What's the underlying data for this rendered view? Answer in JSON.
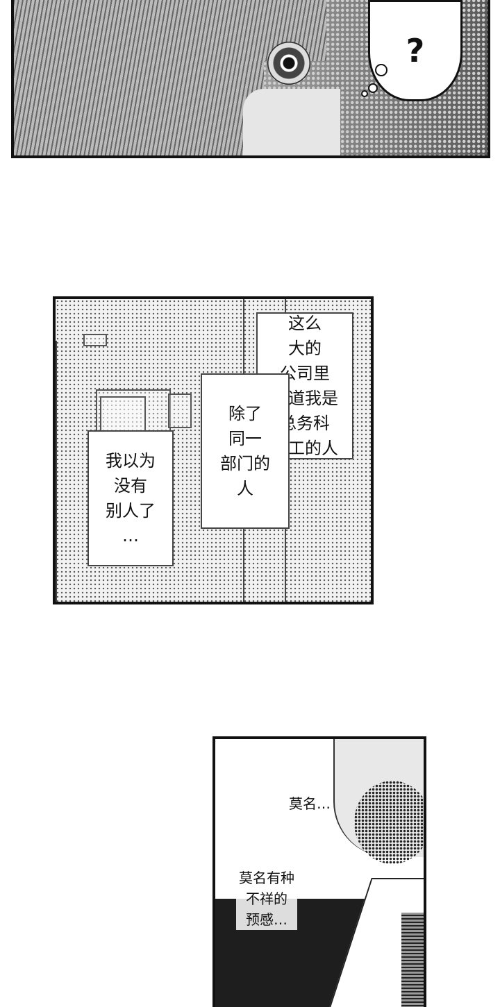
{
  "panel1": {
    "bubble": "?"
  },
  "panel2": {
    "captions": {
      "right": [
        "这么",
        "大的",
        "公司里",
        "知道我是",
        "总务科",
        "员工的人"
      ],
      "middle": [
        "除了",
        "同一",
        "部门的",
        "人"
      ],
      "left": [
        "我以为",
        "没有",
        "别人了",
        "…"
      ]
    }
  },
  "panel3": {
    "narration_top": "莫名…",
    "narration_bottom": [
      "莫名有种",
      "不祥的",
      "预感…"
    ]
  }
}
